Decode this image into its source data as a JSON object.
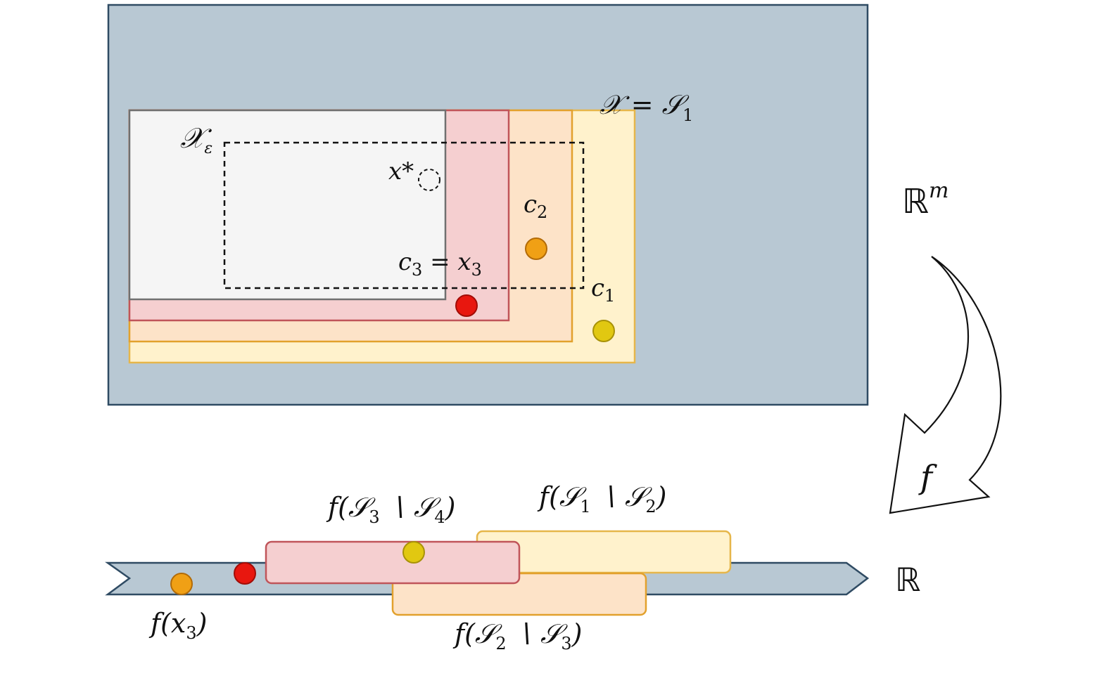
{
  "colors": {
    "space_fill": "#b8c8d3",
    "space_stroke": "#2f4b63",
    "inner_fill": "#f5f5f5",
    "inner_stroke": "#707070",
    "red_fill": "#f5cfd0",
    "red_stroke": "#c0555a",
    "orange_fill": "#fde3c8",
    "orange_stroke": "#e2a12d",
    "yellow_fill": "#fff2cc",
    "yellow_stroke": "#e6b64a",
    "dot_red": "#e8170f",
    "dot_orange": "#f0a015",
    "dot_yellow": "#e1c811"
  },
  "labels": {
    "x_eq_s1": {
      "main": "𝒳 = 𝒮",
      "sub": "1"
    },
    "x_eps": {
      "main": "𝒳",
      "sub": "ε"
    },
    "x_star": "x*",
    "c2": {
      "main": "c",
      "sub": "2"
    },
    "c3_eq_x3": {
      "main": "c",
      "sub": "3",
      "mid": " = x",
      "sub2": "3"
    },
    "c1": {
      "main": "c",
      "sub": "1"
    },
    "rm": {
      "main": "ℝ",
      "sup": "m"
    },
    "f": "f",
    "r": "ℝ",
    "f_s3_s4": {
      "a": "f(𝒮",
      "s1": "3",
      "b": " ∖ 𝒮",
      "s2": "4",
      "c": ")"
    },
    "f_s1_s2": {
      "a": "f(𝒮",
      "s1": "1",
      "b": " ∖ 𝒮",
      "s2": "2",
      "c": ")"
    },
    "f_s2_s3": {
      "a": "f(𝒮",
      "s1": "2",
      "b": " ∖ 𝒮",
      "s2": "3",
      "c": ")"
    },
    "f_x3": {
      "a": "f(x",
      "s1": "3",
      "c": ")"
    }
  },
  "icons": {
    "map_arrow": "curved-arrow-icon"
  }
}
